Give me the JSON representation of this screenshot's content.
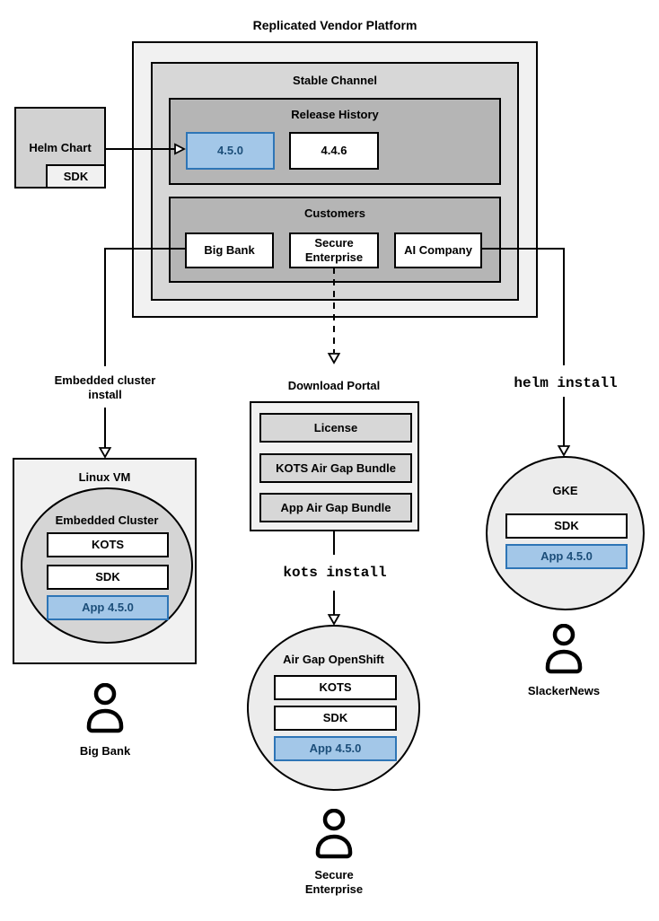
{
  "colors": {
    "highlight_fill": "#a3c7e8",
    "highlight_border": "#2e75b6",
    "highlight_text": "#1c4e79",
    "outer_fill": "#f1f1f1",
    "channel_fill": "#d7d7d7",
    "section_fill": "#b5b5b5"
  },
  "platform": {
    "title": "Replicated Vendor Platform",
    "stable_channel_label": "Stable Channel",
    "release_history": {
      "label": "Release History",
      "releases": [
        "4.5.0",
        "4.4.6"
      ]
    },
    "customers": {
      "label": "Customers",
      "items": [
        "Big Bank",
        "Secure Enterprise",
        "AI Company"
      ]
    }
  },
  "helm_chart": {
    "label": "Helm Chart",
    "sdk": "SDK"
  },
  "edge_labels": {
    "embedded_cluster_install": "Embedded cluster install",
    "kots_install": "kots install",
    "helm_install": "helm install"
  },
  "download_portal": {
    "label": "Download Portal",
    "items": [
      "License",
      "KOTS Air Gap Bundle",
      "App Air Gap Bundle"
    ]
  },
  "installs": {
    "linux_vm": {
      "label": "Linux VM",
      "cluster_label": "Embedded Cluster",
      "components": [
        "KOTS",
        "SDK",
        "App 4.5.0"
      ],
      "user": "Big Bank"
    },
    "openshift": {
      "label": "Air Gap OpenShift",
      "components": [
        "KOTS",
        "SDK",
        "App 4.5.0"
      ],
      "user": "Secure Enterprise"
    },
    "gke": {
      "label": "GKE",
      "components": [
        "SDK",
        "App 4.5.0"
      ],
      "user": "SlackerNews"
    }
  }
}
